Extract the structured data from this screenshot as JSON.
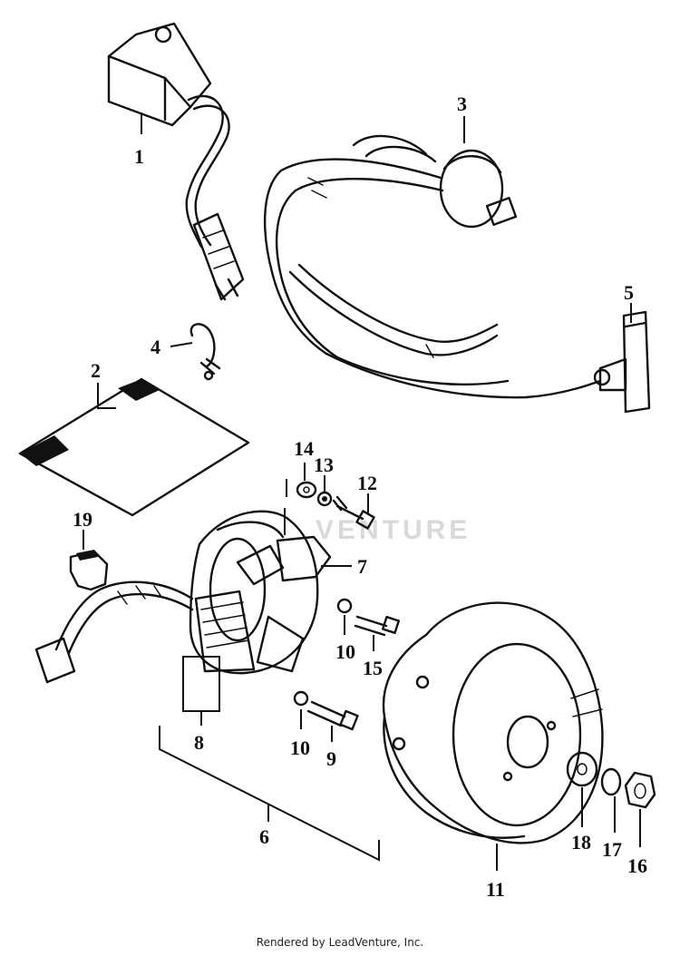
{
  "diagram": {
    "watermark": "VENTURE",
    "callouts": {
      "p1": "1",
      "p2": "2",
      "p3": "3",
      "p4": "4",
      "p5": "5",
      "p6": "6",
      "p7": "7",
      "p8": "8",
      "p9": "9",
      "p10a": "10",
      "p10b": "10",
      "p11": "11",
      "p12": "12",
      "p13": "13",
      "p14": "14",
      "p15": "15",
      "p16": "16",
      "p17": "17",
      "p18": "18",
      "p19": "19"
    }
  },
  "footer": {
    "credit": "Rendered by LeadVenture, Inc."
  }
}
